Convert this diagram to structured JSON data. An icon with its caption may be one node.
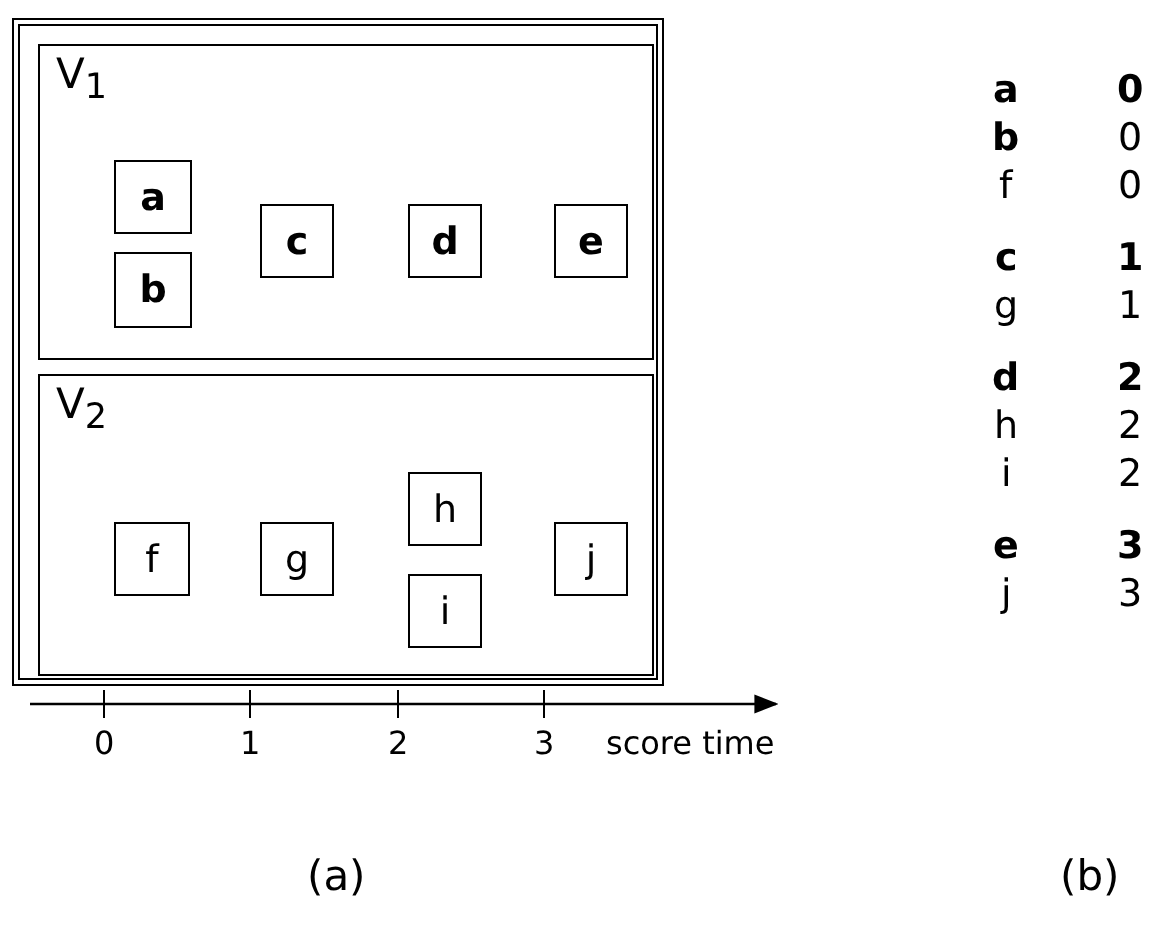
{
  "diagram": {
    "nodes": [
      {
        "text": [],
        "shape": "box"
      },
      {
        "text": [
          "V$_{1}$"
        ],
        "in": 0
      },
      {
        "text": [
          "a"
        ],
        "in": 1
      },
      {
        "text": [
          "b"
        ],
        "in": 1
      },
      {
        "text": [
          "c"
        ],
        "in": 1
      },
      {
        "text": [
          "d"
        ],
        "in": 1
      },
      {
        "text": [
          "e"
        ],
        "in": 1
      },
      {
        "text": [
          "V$_{2}$"
        ],
        "in": 0
      },
      {
        "text": [
          "f"
        ],
        "in": 7
      },
      {
        "text": [
          "g"
        ],
        "in": 7
      },
      {
        "text": [
          "h"
        ],
        "in": 7
      },
      {
        "text": [
          "i"
        ],
        "in": 7
      },
      {
        "text": [
          "j"
        ],
        "in": 7
      }
    ],
    "edges": [],
    "labels": [
      "0",
      "1",
      "2",
      "3",
      "score time",
      "(a)",
      "a",
      "0",
      "b",
      "0",
      "f",
      "0",
      "c",
      "1",
      "g",
      "1",
      "d",
      "2",
      "h",
      "2",
      "i",
      "2",
      "e",
      "3",
      "j",
      "3",
      "(b)"
    ]
  }
}
